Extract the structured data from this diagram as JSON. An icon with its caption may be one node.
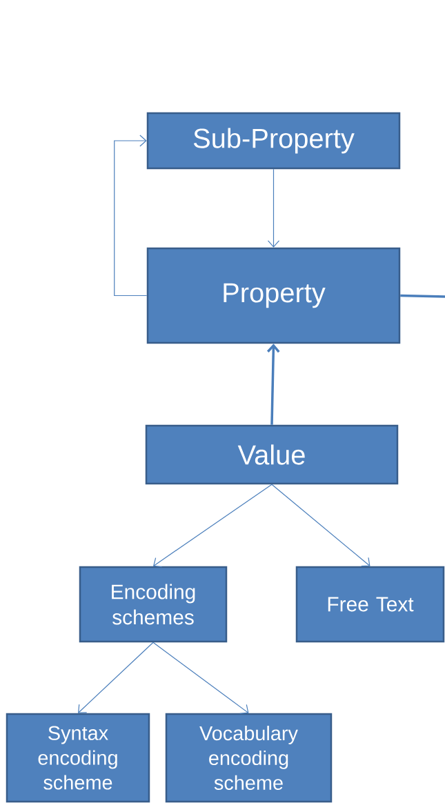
{
  "diagram": {
    "nodes": [
      {
        "text": [
          "Sub-Property"
        ]
      },
      {
        "text": [
          "Property"
        ]
      },
      {
        "text": [
          "Value"
        ]
      },
      {
        "text": [
          "Encoding schemes"
        ]
      },
      {
        "text": [
          "Free Text"
        ]
      },
      {
        "text": [
          "Syntax encoding scheme"
        ]
      },
      {
        "text": [
          "Vocabulary encoding scheme"
        ]
      }
    ],
    "edges": [
      {
        "from": 0,
        "to": 1,
        "arrow": "to"
      },
      {
        "from": 1,
        "to": 0,
        "arrow": "to"
      },
      {
        "from": 2,
        "to": 1,
        "arrow": "to",
        "style": "thick"
      },
      {
        "from": 2,
        "to": 3,
        "arrow": "to"
      },
      {
        "from": 2,
        "to": 4,
        "arrow": "to"
      },
      {
        "from": 3,
        "to": 5,
        "arrow": "to"
      },
      {
        "from": 3,
        "to": 6,
        "arrow": "to"
      },
      {
        "from": 1,
        "to": null,
        "arrow": "none",
        "style": "thick"
      }
    ]
  }
}
